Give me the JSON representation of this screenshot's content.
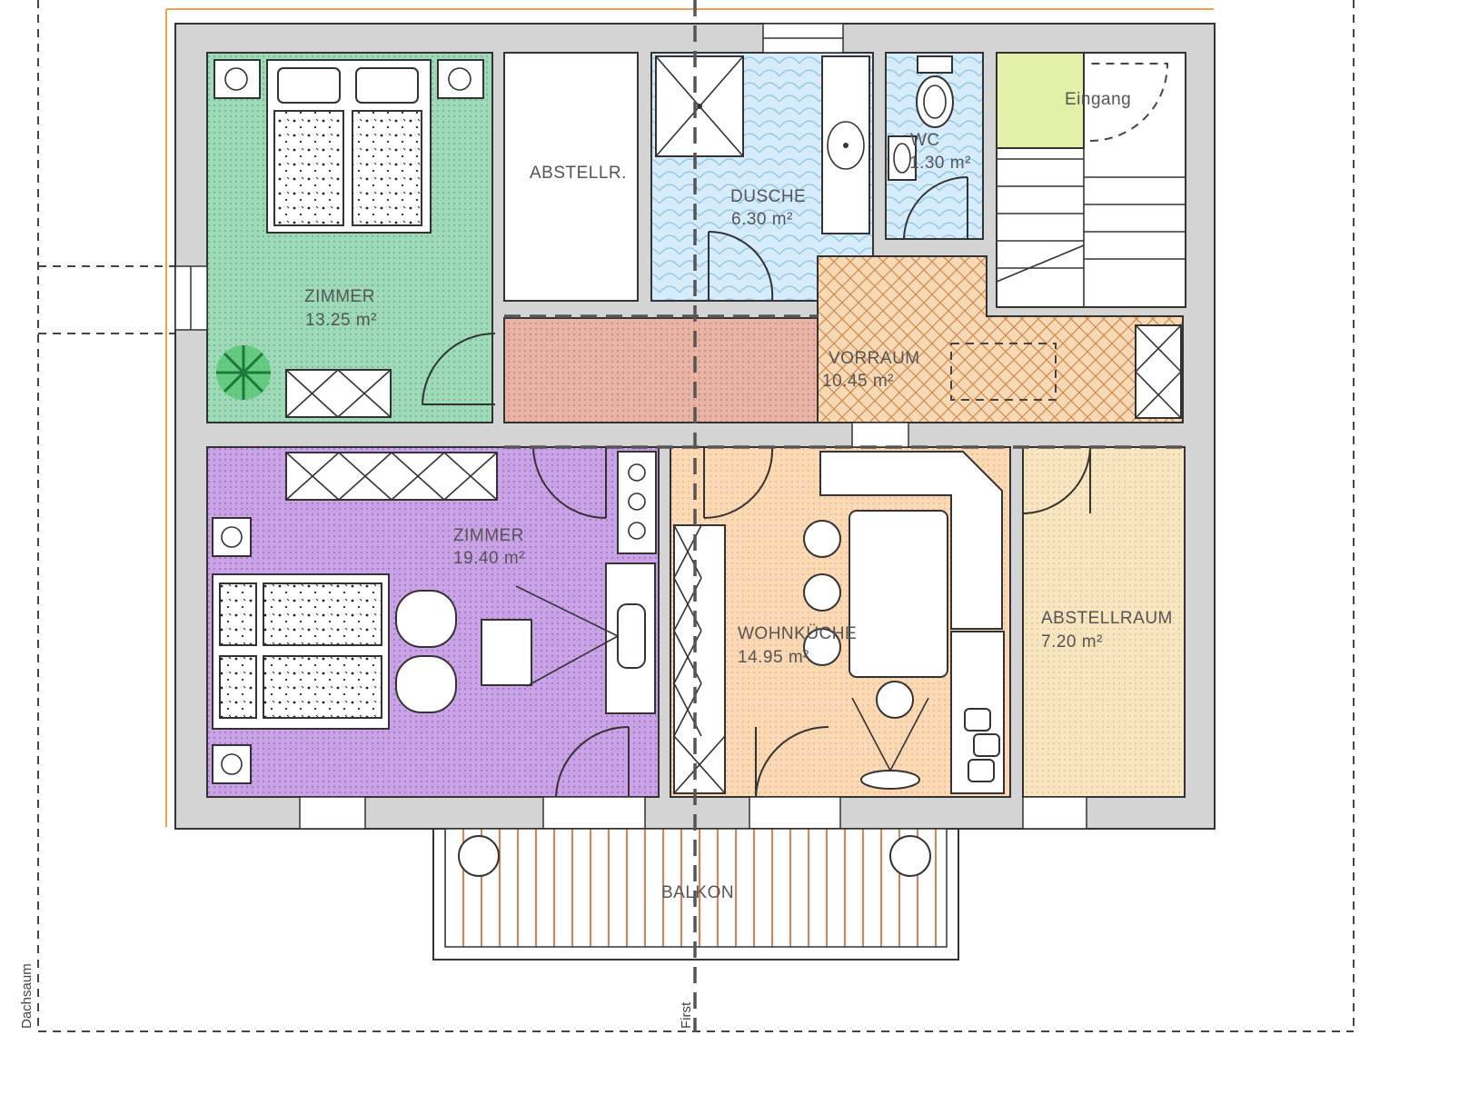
{
  "plan": {
    "rooms": [
      {
        "id": "zimmer1",
        "name": "ZIMMER",
        "area": "13.25 m²"
      },
      {
        "id": "abstellr",
        "name": "ABSTELLR.",
        "area": ""
      },
      {
        "id": "dusche",
        "name": "DUSCHE",
        "area": "6.30 m²"
      },
      {
        "id": "wc",
        "name": "WC",
        "area": "1.30 m²"
      },
      {
        "id": "vorraum",
        "name": "VORRAUM",
        "area": "10.45 m²"
      },
      {
        "id": "zimmer2",
        "name": "ZIMMER",
        "area": "19.40 m²"
      },
      {
        "id": "wohnkueche",
        "name": "WOHNKÜCHE",
        "area": "14.95 m²"
      },
      {
        "id": "abstellraum",
        "name": "ABSTELLRAUM",
        "area": "7.20 m²"
      },
      {
        "id": "balkon",
        "name": "BALKON",
        "area": ""
      }
    ],
    "entrance_label": "Eingang",
    "side_labels": {
      "left": "Dachsaum",
      "bottom": "First"
    },
    "colors": {
      "zimmer1": "#9ed9b8",
      "corridor": "#e8b4a4",
      "dusche": "#d6ecfa",
      "wc": "#d6ecfa",
      "vorraum": "#f7d9b5",
      "zimmer2": "#c9a3e6",
      "wohnkueche": "#fbd9b4",
      "abstellraum": "#f7e6bf",
      "entrance": "#e3f0a8",
      "balcony_lines": "#e05a2a",
      "wall": "#d4d4d4",
      "roof_edge": "#f0a050"
    }
  }
}
